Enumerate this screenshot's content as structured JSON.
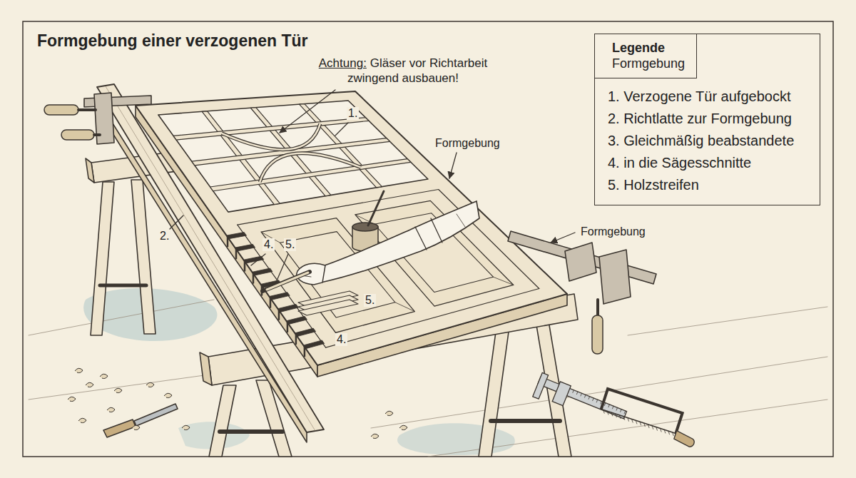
{
  "diagram": {
    "title": "Formgebung einer verzogenen Tür",
    "nodes": [
      {
        "text": [
          "1. Verzogene Tür aufgebockt",
          "2. Richtlatte zur Formgebung",
          "3. Gleichmäßig beabstandete",
          "4. in die Sägesschnitte",
          "5. Holzstreifen"
        ]
      },
      {
        "text": [
          "Legende",
          "Formgebung"
        ],
        "in": 0
      }
    ],
    "labels": [
      "Achtung:",
      "Gläser vor Richtarbeit zwingend ausbauen!",
      "1.",
      "Formgebung",
      "Formgebung",
      "2.",
      "4.",
      "5.",
      "5.",
      "4."
    ]
  }
}
